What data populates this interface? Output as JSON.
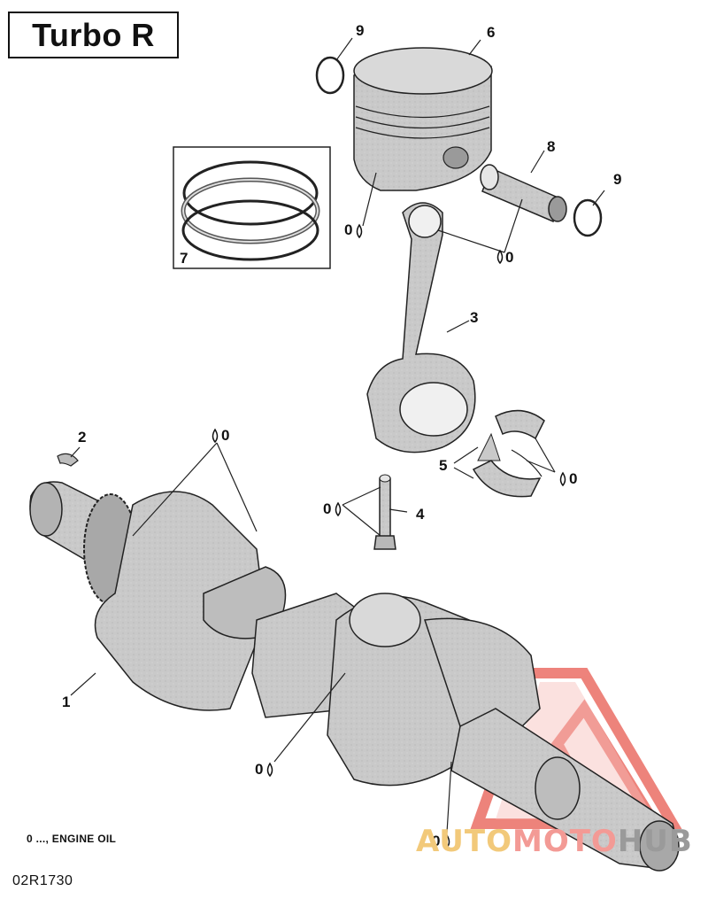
{
  "title": "Turbo R",
  "legend": {
    "symbol": "0",
    "text": "0 ..., ENGINE OIL"
  },
  "drawing_code": "02R1730",
  "watermark": {
    "part_a": "AUTO",
    "part_b": "MOTO",
    "part_c": "HUB"
  },
  "callouts": [
    {
      "id": "1",
      "label": "1"
    },
    {
      "id": "2",
      "label": "2"
    },
    {
      "id": "3",
      "label": "3"
    },
    {
      "id": "4",
      "label": "4"
    },
    {
      "id": "5",
      "label": "5"
    },
    {
      "id": "6",
      "label": "6"
    },
    {
      "id": "7",
      "label": "7"
    },
    {
      "id": "8",
      "label": "8"
    },
    {
      "id": "9a",
      "label": "9"
    },
    {
      "id": "9b",
      "label": "9"
    }
  ],
  "oil_marks": [
    "0",
    "0",
    "0",
    "0",
    "0",
    "0",
    "0",
    "0"
  ],
  "colors": {
    "part_fill": "#c9c9c9",
    "part_dark": "#9a9a9a",
    "part_light": "#e6e6e6",
    "outline": "#222222",
    "watermark_red": "#e85a50",
    "watermark_yellow": "#f2c97a"
  }
}
